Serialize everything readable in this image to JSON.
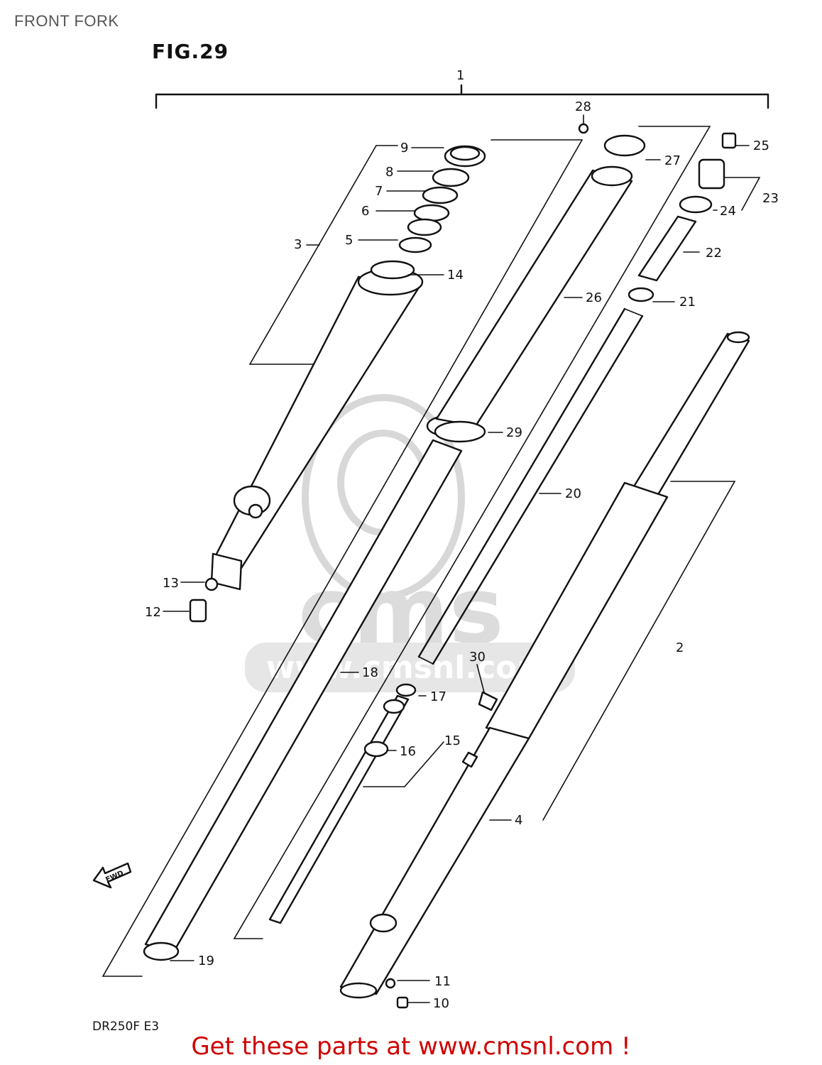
{
  "page": {
    "title": "FRONT FORK",
    "figure": "FIG.29",
    "model": "DR250F  E3",
    "cta": "Get these parts at www.cmsnl.com !"
  },
  "watermark": {
    "text": "www.cmsnl.com",
    "logo": "cms"
  },
  "icons": {
    "forward_arrow": "FWD"
  },
  "callouts": {
    "c1": "1",
    "c2": "2",
    "c3": "3",
    "c4": "4",
    "c5": "5",
    "c6": "6",
    "c7": "7",
    "c8": "8",
    "c9": "9",
    "c10": "10",
    "c11": "11",
    "c12": "12",
    "c13": "13",
    "c14": "14",
    "c15": "15",
    "c16": "16",
    "c17": "17",
    "c18": "18",
    "c19": "19",
    "c20": "20",
    "c21": "21",
    "c22": "22",
    "c23": "23",
    "c24": "24",
    "c25": "25",
    "c26": "26",
    "c27": "27",
    "c28": "28",
    "c29": "29",
    "c30": "30"
  }
}
